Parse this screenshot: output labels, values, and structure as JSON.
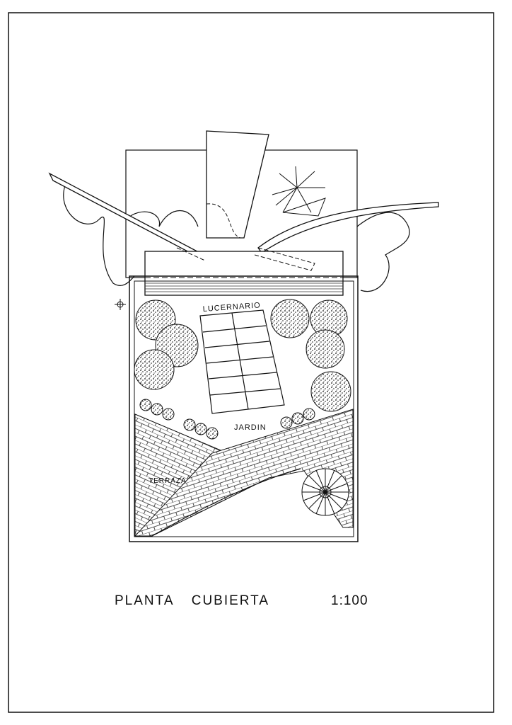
{
  "drawing": {
    "title": "PLANTA  CUBIERTA",
    "scale": "1:100",
    "labels": {
      "skylight": "LUCERNARIO",
      "garden": "JARDIN",
      "terrace": "TERRAZA"
    }
  }
}
